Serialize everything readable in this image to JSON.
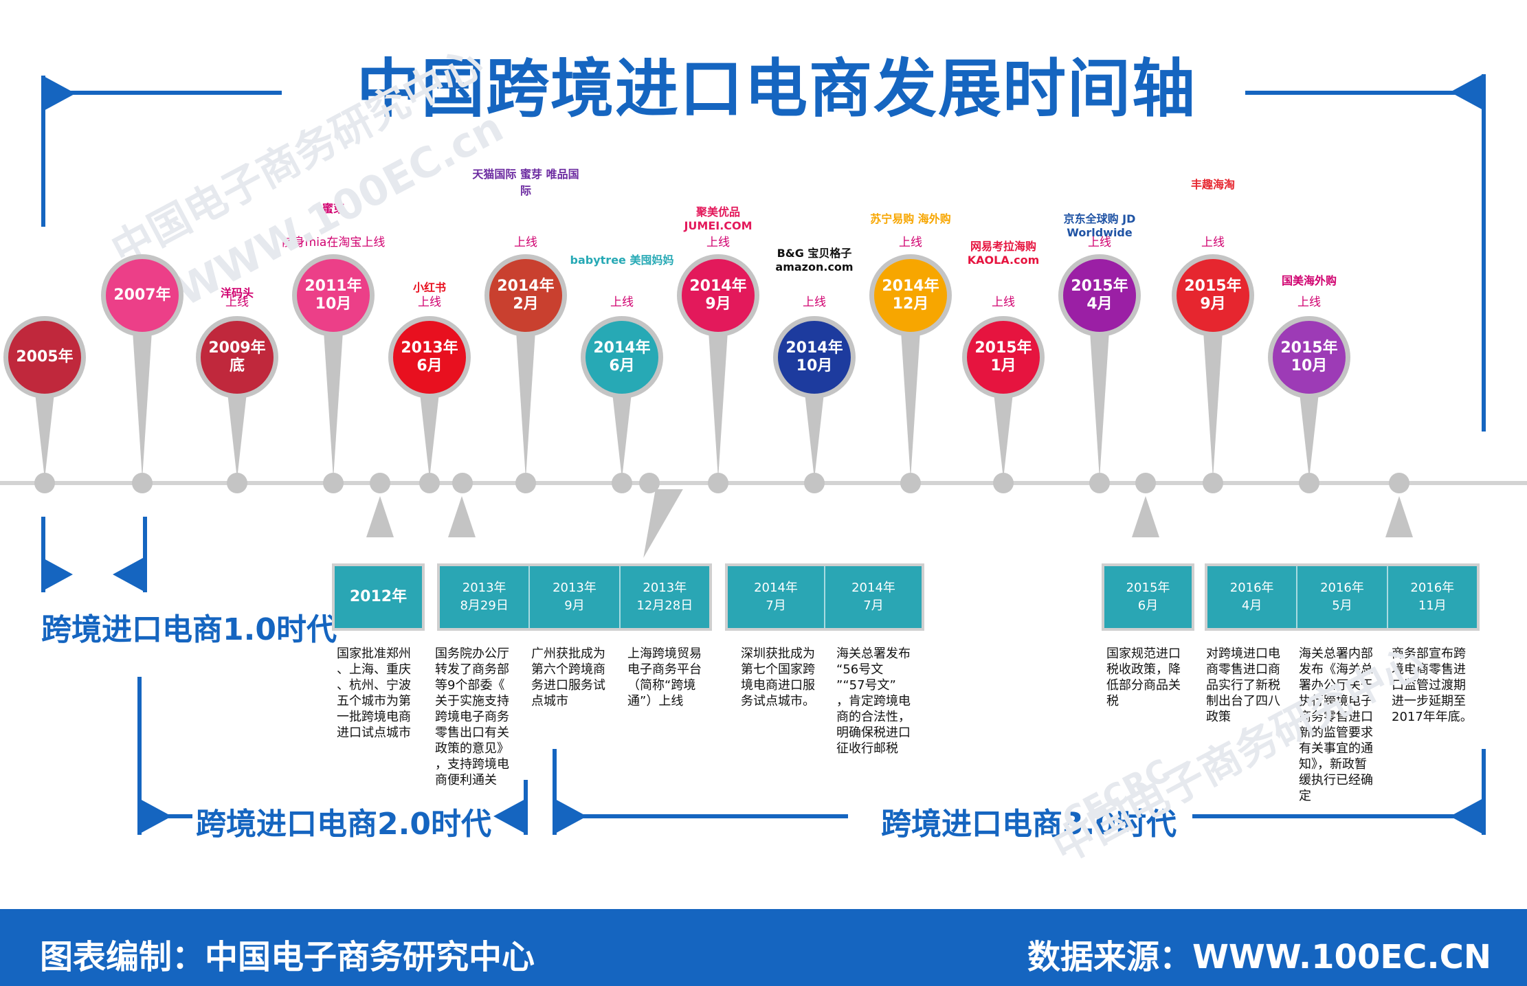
{
  "title": "中国跨境进口电商发展时间轴",
  "colors": {
    "brand_blue": "#1565c0",
    "teal": "#2aa6b4",
    "pink_label": "#d0006f",
    "axis_grey": "#c4c4c4"
  },
  "pins": [
    {
      "date": "2005年",
      "color": "#c0283c"
    },
    {
      "date": "2007年",
      "color": "#ec3f88"
    },
    {
      "date": "2009年\n底",
      "color": "#c0283c",
      "logo": "洋码头",
      "note": "上线"
    },
    {
      "date": "2011年\n10月",
      "color": "#ec3f88",
      "logo": "蜜芽",
      "note": "前身mia在淘宝上线"
    },
    {
      "date": "2013年\n6月",
      "color": "#e8101f",
      "logo": "小红书",
      "note": "上线"
    },
    {
      "date": "2014年\n2月",
      "color": "#c9402f",
      "logo": "天猫国际 蜜芽 唯品国际",
      "note": "上线"
    },
    {
      "date": "2014年\n6月",
      "color": "#27a9b5",
      "logo": "babytree 美囤妈妈",
      "note": "上线"
    },
    {
      "date": "2014年\n9月",
      "color": "#e3195b",
      "logo": "聚美优品 JUMEI.COM",
      "note": "上线"
    },
    {
      "date": "2014年\n10月",
      "color": "#1d3b9e",
      "logo": "B&G 宝贝格子 amazon.com",
      "note": "上线"
    },
    {
      "date": "2014年\n12月",
      "color": "#f7a600",
      "logo": "苏宁易购 海外购",
      "note": "上线"
    },
    {
      "date": "2015年\n1月",
      "color": "#e6143f",
      "logo": "网易考拉海购 KAOLA.com",
      "note": "上线"
    },
    {
      "date": "2015年\n4月",
      "color": "#9b1fa5",
      "logo": "京东全球购 JD Worldwide",
      "note": "上线"
    },
    {
      "date": "2015年\n9月",
      "color": "#e6262f",
      "logo": "丰趣海淘",
      "note": "上线"
    },
    {
      "date": "2015年\n10月",
      "color": "#9d3bb6",
      "logo": "国美海外购",
      "note": "上线"
    }
  ],
  "boxes": [
    {
      "cells": [
        "2012年"
      ]
    },
    {
      "cells": [
        "2013年\n8月29日",
        "2013年\n9月",
        "2013年\n12月28日"
      ]
    },
    {
      "cells": [
        "2014年\n7月",
        "2014年\n7月"
      ]
    },
    {
      "cells": [
        "2015年\n6月"
      ]
    },
    {
      "cells": [
        "2016年\n4月",
        "2016年\n5月",
        "2016年\n11月"
      ]
    }
  ],
  "descriptions": [
    "国家批准郑州\n、上海、重庆\n、杭州、宁波\n五个城市为第\n一批跨境电商\n进口试点城市",
    "国务院办公厅\n转发了商务部\n等9个部委《\n关于实施支持\n跨境电子商务\n零售出口有关\n政策的意见》\n，支持跨境电\n商便利通关",
    "广州获批成为\n第六个跨境商\n务进口服务试\n点城市",
    "上海跨境贸易\n电子商务平台\n（简称“跨境\n通”）上线",
    "深圳获批成为\n第七个国家跨\n境电商进口服\n务试点城市。",
    "海关总署发布\n“56号文\n”“57号文”\n，肯定跨境电\n商的合法性，\n明确保税进口\n征收行邮税",
    "国家规范进口\n税收政策，降\n低部分商品关\n税",
    "对跨境进口电\n商零售进口商\n品实行了新税\n制出台了四八\n政策",
    "海关总署内部\n发布《海关总\n署办公厅关于\n执行跨境电子\n商务零售进口\n新的监管要求\n有关事宜的通\n知》，新政暂\n缓执行已经确\n定",
    "商务部宣布跨\n境电商零售进\n口监管过渡期\n进一步延期至\n2017年年底。"
  ],
  "eras": [
    "跨境进口电商1.0时代",
    "跨境进口电商2.0时代",
    "跨境进口电商3.0时代"
  ],
  "footer": {
    "left": "图表编制：中国电子商务研究中心",
    "right": "数据来源：WWW.100EC.CN"
  },
  "watermarks": [
    "中国电子商务研究中心",
    "WWW.100EC.cn",
    "CECRC"
  ]
}
